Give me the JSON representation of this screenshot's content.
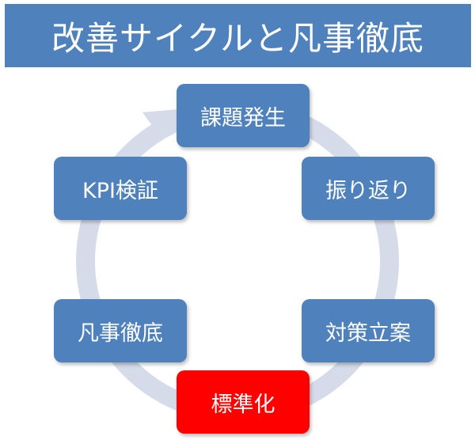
{
  "title": "改善サイクルと凡事徹底",
  "colors": {
    "title_bg": "#4f81bd",
    "node": "#4f81bd",
    "highlight": "#ff0000",
    "ring": "#d5dbe8"
  },
  "nodes": [
    {
      "id": "issue",
      "label": "課題発生"
    },
    {
      "id": "review",
      "label": "振り返り"
    },
    {
      "id": "countermeasure",
      "label": "対策立案"
    },
    {
      "id": "standardize",
      "label": "標準化",
      "highlight": true
    },
    {
      "id": "thorough",
      "label": "凡事徹底"
    },
    {
      "id": "kpi",
      "label": "KPI検証"
    }
  ]
}
